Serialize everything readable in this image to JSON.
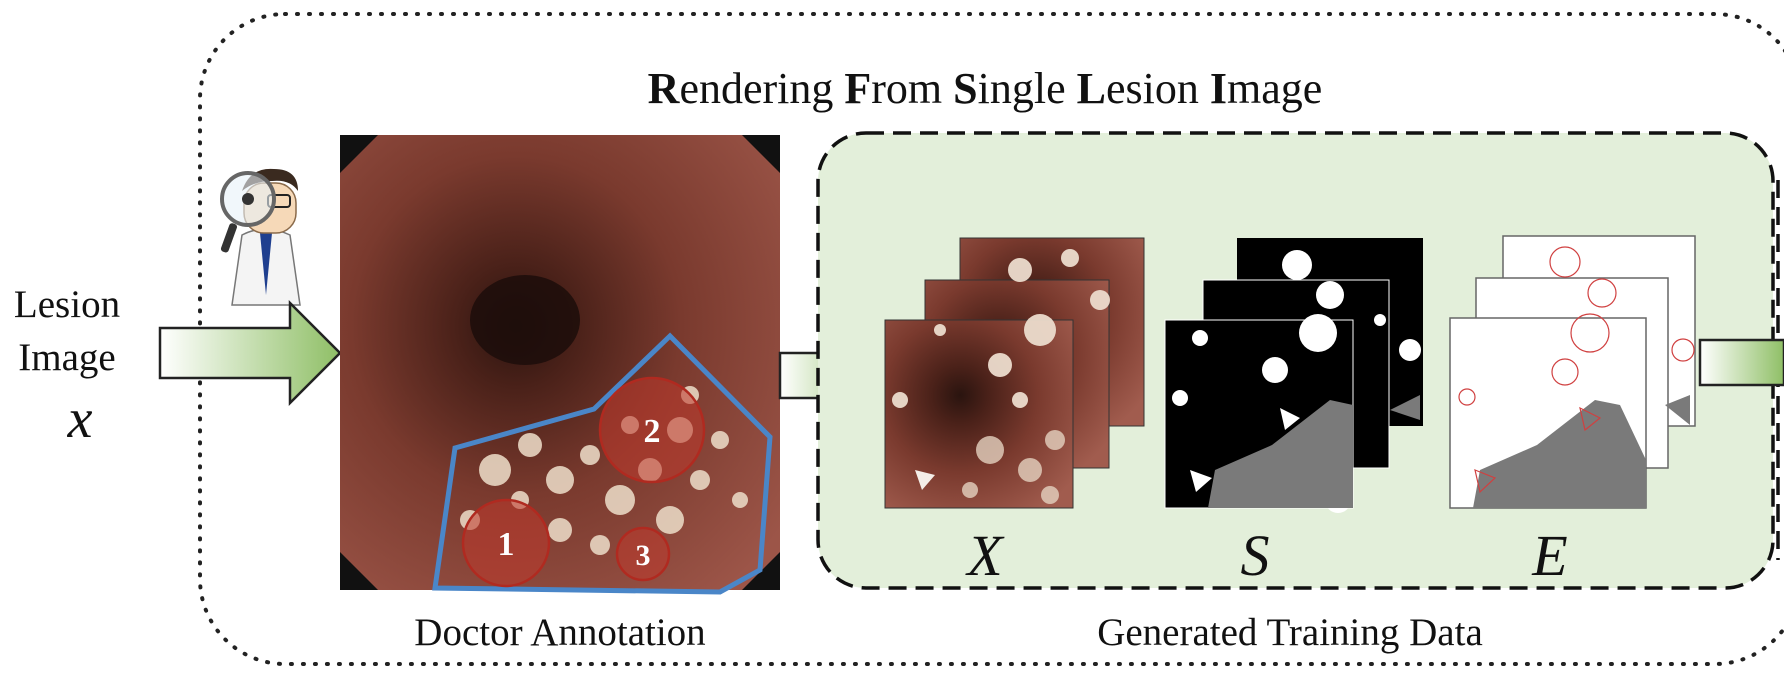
{
  "title": {
    "parts": [
      {
        "text": "R",
        "bold": true
      },
      {
        "text": "endering ",
        "bold": false
      },
      {
        "text": "F",
        "bold": true
      },
      {
        "text": "rom ",
        "bold": false
      },
      {
        "text": "S",
        "bold": true
      },
      {
        "text": "ingle ",
        "bold": false
      },
      {
        "text": "L",
        "bold": true
      },
      {
        "text": "esion ",
        "bold": false
      },
      {
        "text": "I",
        "bold": true
      },
      {
        "text": "mage",
        "bold": false
      }
    ]
  },
  "input": {
    "line1": "Lesion",
    "line2": "Image",
    "symbol": "x"
  },
  "annotation": {
    "caption": "Doctor Annotation",
    "regions": [
      "1",
      "2",
      "3"
    ]
  },
  "generated": {
    "caption": "Generated Training Data",
    "stacks": [
      {
        "symbol": "X"
      },
      {
        "symbol": "S"
      },
      {
        "symbol": "E"
      }
    ]
  },
  "colors": {
    "arrow_green": "#8fbf66",
    "panel_green": "#e3efda",
    "region_red": "#c0392b",
    "lesion_outline": "#4a86c8",
    "mask_gray": "#7a7a7a"
  },
  "icons": {
    "doctor": "doctor-with-magnifier-icon"
  }
}
